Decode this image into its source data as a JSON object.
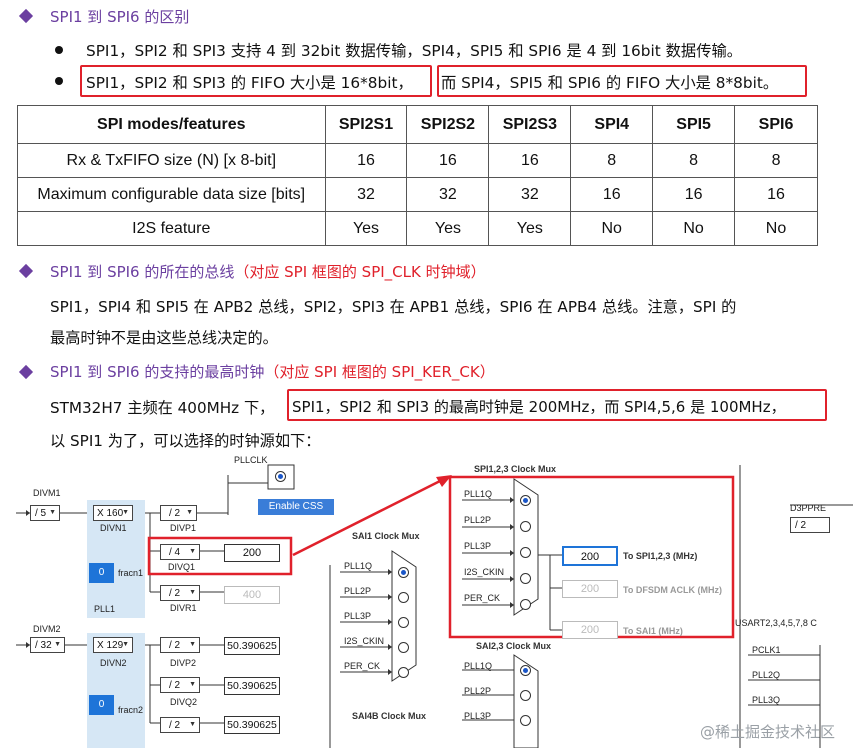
{
  "section1": {
    "heading": "SPI1 到 SPI6 的区别",
    "bullet1": "SPI1，SPI2 和 SPI3 支持 4 到 32bit 数据传输，SPI4，SPI5 和 SPI6 是 4 到 16bit 数据传输。",
    "bullet2_a": "SPI1，SPI2 和 SPI3 的 FIFO 大小是 16*8bit，",
    "bullet2_b": "而 SPI4，SPI5 和 SPI6 的 FIFO 大小是 8*8bit。"
  },
  "table": {
    "headers": [
      "SPI modes/features",
      "SPI2S1",
      "SPI2S2",
      "SPI2S3",
      "SPI4",
      "SPI5",
      "SPI6"
    ],
    "rows": [
      [
        "Rx & TxFIFO size (N) [x 8-bit]",
        "16",
        "16",
        "16",
        "8",
        "8",
        "8"
      ],
      [
        "Maximum configurable data size [bits]",
        "32",
        "32",
        "32",
        "16",
        "16",
        "16"
      ],
      [
        "I2S feature",
        "Yes",
        "Yes",
        "Yes",
        "No",
        "No",
        "No"
      ]
    ]
  },
  "section2": {
    "heading": "SPI1 到 SPI6 的所在的总线",
    "heading_note": "（对应 SPI 框图的 SPI_CLK 时钟域）",
    "line1": "SPI1，SPI4 和 SPI5 在 APB2 总线，SPI2，SPI3 在 APB1 总线，SPI6 在 APB4 总线。注意，SPI 的",
    "line2": "最高时钟不是由这些总线决定的。"
  },
  "section3": {
    "heading": "SPI1 到 SPI6 的支持的最高时钟",
    "heading_note": "（对应 SPI 框图的 SPI_KER_CK）",
    "line1_a": "STM32H7 主频在 400MHz 下，",
    "line1_b": "SPI1，SPI2 和 SPI3 的最高时钟是 200MHz，而 SPI4,5,6 是 100MHz，",
    "line2": "以 SPI1 为了，可以选择的时钟源如下："
  },
  "diagram": {
    "pllclk": "PLLCLK",
    "enable_css": "Enable CSS",
    "divm1": "DIVM1",
    "divm1_val": "/ 5",
    "divn1": "DIVN1",
    "divn1_val": "X 160",
    "divp1": "DIVP1",
    "divp1_val": "/ 2",
    "divq1": "DIVQ1",
    "divq1_val": "/ 4",
    "divq1_out": "200",
    "divr1": "DIVR1",
    "divr1_val": "/ 2",
    "divr1_out": "400",
    "fracn1": "fracn1",
    "frac1_val": "0",
    "pll1": "PLL1",
    "divm2": "DIVM2",
    "divm2_val": "/ 32",
    "divn2": "DIVN2",
    "divn2_val": "X 129",
    "divp2": "DIVP2",
    "divp2_val": "/ 2",
    "divp2_out": "50.390625",
    "divq2": "DIVQ2",
    "divq2_val": "/ 2",
    "divq2_out": "50.390625",
    "fracn2": "fracn2",
    "frac2_val": "0",
    "divr2_out": "50.390625",
    "divr2_val": "/ 2",
    "sai1_mux": "SAI1 Clock Mux",
    "sai1_inputs": [
      "PLL1Q",
      "PLL2P",
      "PLL3P",
      "I2S_CKIN",
      "PER_CK"
    ],
    "spi123_mux": "SPI1,2,3 Clock Mux",
    "spi123_inputs": [
      "PLL1Q",
      "PLL2P",
      "PLL3P",
      "I2S_CKIN",
      "PER_CK"
    ],
    "spi_out": "200",
    "spi_out_label": "To SPI1,2,3 (MHz)",
    "dfsdm_out": "200",
    "dfsdm_label": "To DFSDM ACLK (MHz)",
    "sai1_out": "200",
    "sai1_label": "To SAI1 (MHz)",
    "sai23_mux": "SAI2,3 Clock Mux",
    "sai23_inputs": [
      "PLL1Q",
      "PLL2P",
      "PLL3P"
    ],
    "sai4b_mux": "SAI4B Clock Mux",
    "d3ppre": "D3PPRE",
    "d3ppre_val": "/ 2",
    "usart_label": "USART2,3,4,5,7,8 C",
    "usart_inputs": [
      "PCLK1",
      "PLL2Q",
      "PLL3Q"
    ]
  },
  "watermark": "@稀土掘金技术社区"
}
